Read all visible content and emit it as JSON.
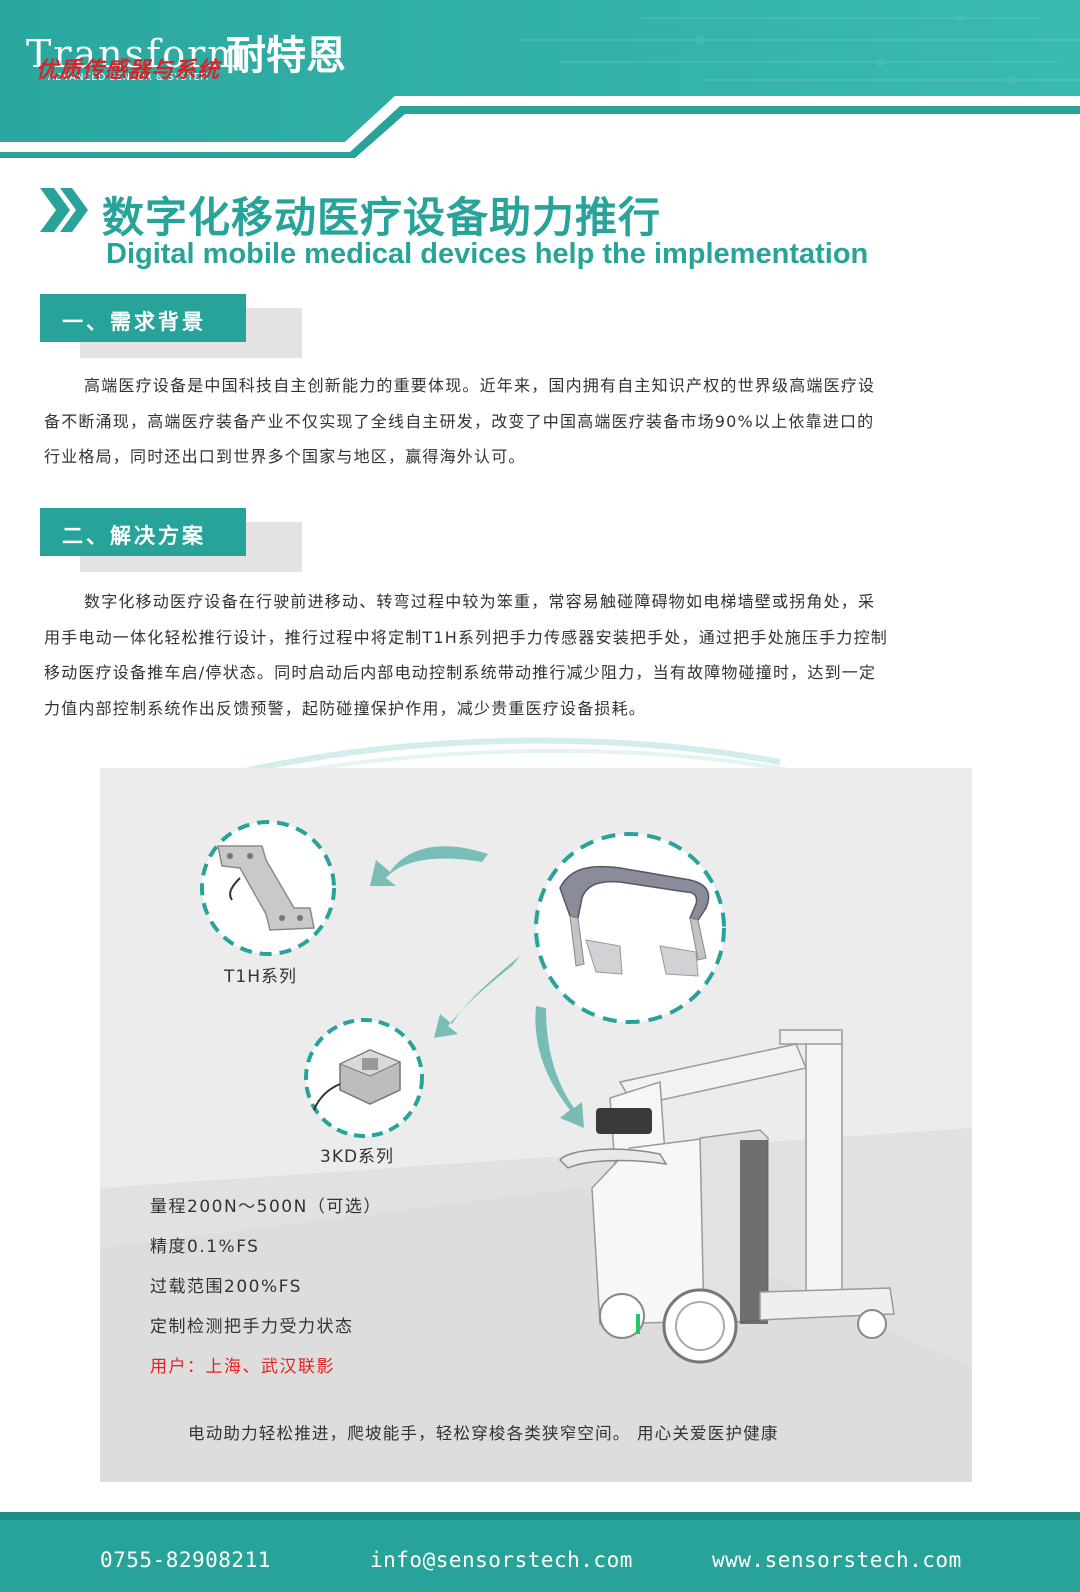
{
  "header": {
    "brand_en": "Transform",
    "brand_cn": "耐特恩",
    "brand_sub": "ADVANCED SENSOR & SYSTEM",
    "slogan": "优质传感器与系统",
    "colors": {
      "teal": "#27a39a",
      "red": "#d8232a"
    }
  },
  "title": {
    "cn": "数字化移动医疗设备助力推行",
    "en": "Digital mobile medical devices help the implementation"
  },
  "section1": {
    "label": "一、需求背景",
    "lines": [
      "高端医疗设备是中国科技自主创新能力的重要体现。近年来，国内拥有自主知识产权的世界级高端医疗设",
      "备不断涌现，高端医疗装备产业不仅实现了全线自主研发，改变了中国高端医疗装备市场90%以上依靠进口的",
      "行业格局，同时还出口到世界多个国家与地区，赢得海外认可。"
    ]
  },
  "section2": {
    "label": "二、解决方案",
    "lines": [
      "数字化移动医疗设备在行驶前进移动、转弯过程中较为笨重，常容易触碰障碍物如电梯墙壁或拐角处，采",
      "用手电动一体化轻松推行设计，推行过程中将定制T1H系列把手力传感器安装把手处，通过把手处施压手力控制",
      "移动医疗设备推车启/停状态。同时启动后内部电动控制系统带动推行减少阻力，当有故障物碰撞时，达到一定",
      "力值内部控制系统作出反馈预警，起防碰撞保护作用，减少贵重医疗设备损耗。"
    ]
  },
  "figure": {
    "t1h_label": "T1H系列",
    "kd_label": "3KD系列",
    "specs": [
      "量程200N～500N（可选）",
      "精度0.1%FS",
      "过载范围200%FS",
      "定制检测把手力受力状态"
    ],
    "users": "用户：上海、武汉联影",
    "note": "电动助力轻松推进，爬坡能手，轻松穿梭各类狭窄空间。 用心关爱医护健康"
  },
  "footer": {
    "phone": "0755-82908211",
    "email": "info@sensorstech.com",
    "web": "www.sensorstech.com"
  }
}
